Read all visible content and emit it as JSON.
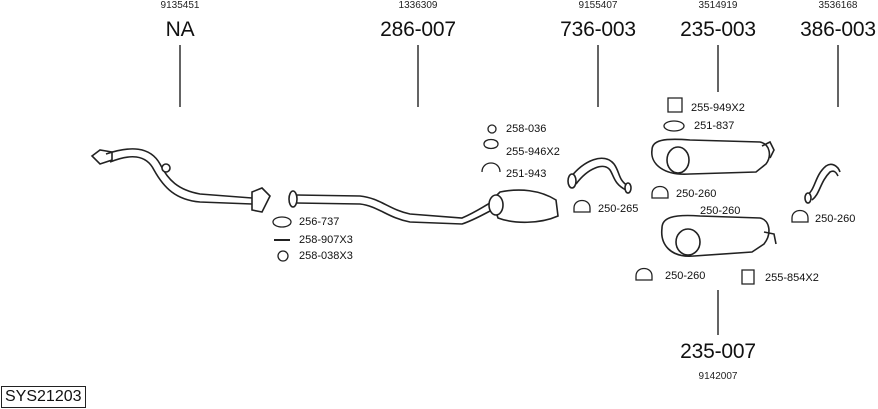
{
  "diagram": {
    "system_code": "SYS21203",
    "assemblies": [
      {
        "ref": "9135451",
        "part": "NA"
      },
      {
        "ref": "1336309",
        "part": "286-007"
      },
      {
        "ref": "9155407",
        "part": "736-003"
      },
      {
        "ref": "3514919",
        "part": "235-003"
      },
      {
        "ref": "3536168",
        "part": "386-003"
      },
      {
        "ref": "9142007",
        "part": "235-007"
      }
    ],
    "accessories": [
      "256-737",
      "258-907X3",
      "258-038X3",
      "258-036",
      "255-946X2",
      "251-943",
      "250-265",
      "255-949X2",
      "251-837",
      "250-260",
      "250-260",
      "250-260",
      "250-260",
      "255-854X2"
    ]
  }
}
